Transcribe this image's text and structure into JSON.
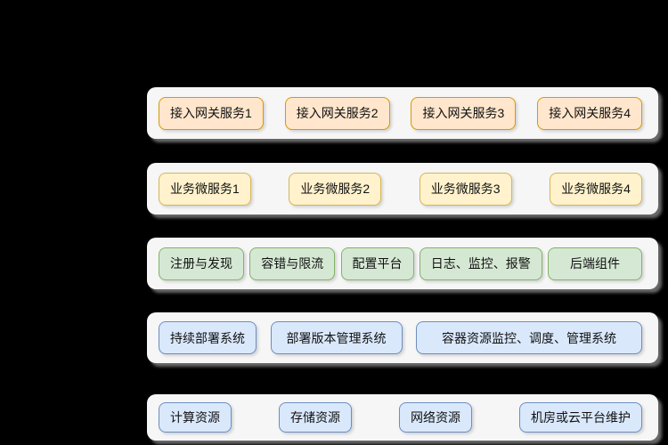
{
  "canvas": {
    "background": "#000000",
    "panel_background": "#f6f6f6"
  },
  "diagram": {
    "rows": [
      {
        "id": "access-gateway-layer",
        "fill": "#ffe6cc",
        "border": "#d79b00",
        "items": [
          "接入网关服务1",
          "接入网关服务2",
          "接入网关服务3",
          "接入网关服务4"
        ]
      },
      {
        "id": "business-microservice-layer",
        "fill": "#fff2cc",
        "border": "#d6b656",
        "items": [
          "业务微服务1",
          "业务微服务2",
          "业务微服务3",
          "业务微服务4"
        ]
      },
      {
        "id": "middleware-layer",
        "fill": "#d5e8d4",
        "border": "#82b366",
        "items": [
          "注册与发现",
          "容错与限流",
          "配置平台",
          "日志、监控、报警",
          "后端组件"
        ]
      },
      {
        "id": "deployment-layer",
        "fill": "#dae8fc",
        "border": "#6c8ebf",
        "items": [
          "持续部署系统",
          "部署版本管理系统",
          "容器资源监控、调度、管理系统"
        ]
      },
      {
        "id": "infrastructure-layer",
        "fill": "#dae8fc",
        "border": "#6c8ebf",
        "items": [
          "计算资源",
          "存储资源",
          "网络资源",
          "机房或云平台维护"
        ]
      }
    ]
  }
}
